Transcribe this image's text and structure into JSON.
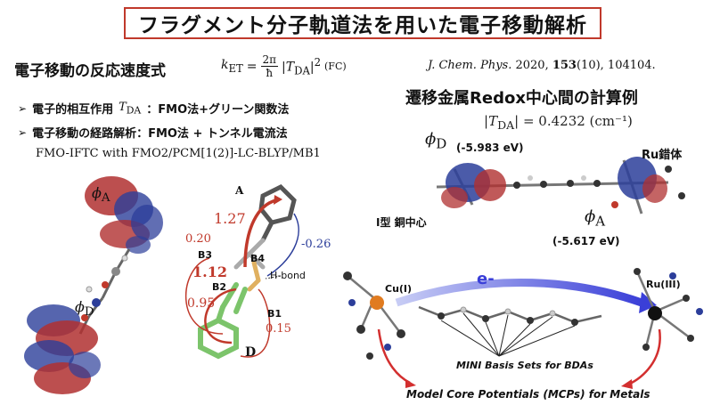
{
  "title": "フラグメント分子軌道法を用いた電子移動解析",
  "left_heading": "電子移動の反応速度式",
  "formula": {
    "lhs": "k",
    "lhs_sub": "ET",
    "equals": "=",
    "frac_num": "2π",
    "frac_den": "ħ",
    "abs_open": "|",
    "t": "T",
    "t_sub": "DA",
    "abs_close": "|",
    "power": "2",
    "fc": "(FC)"
  },
  "citation": {
    "journal": "J. Chem. Phys.",
    "year": "2020,",
    "volume": "153",
    "issue_pages": "(10), 104104."
  },
  "bullets": [
    {
      "arrow": "➢",
      "text_a": "電子的相互作用",
      "t": "T",
      "t_sub": "DA",
      "text_b": "：FMO法+グリーン関数法"
    },
    {
      "arrow": "➢",
      "text_a": "電子移動の経路解析：FMO法 + トンネル電流法"
    }
  ],
  "method": "FMO-IFTC with FMO2/PCM[1(2)]-LC-BLYP/MB1",
  "right_heading": "遷移金属Redox中心間の計算例",
  "tda": {
    "open": "|",
    "t": "T",
    "t_sub": "DA",
    "value": "| = 0.4232 (cm⁻¹)"
  },
  "left_figure": {
    "phi_a": "ϕ",
    "phi_a_sub": "A",
    "phi_d": "ϕ",
    "phi_d_sub": "D",
    "label_A": "A",
    "label_D": "D",
    "b1": "B1",
    "b2": "B2",
    "b3": "B3",
    "b4": "B4",
    "v127": "1.27",
    "v020": "0.20",
    "v112": "1.12",
    "v095": "0.95",
    "v015": "0.15",
    "v026": "-0.26",
    "hbond": "H-bond"
  },
  "right_figure": {
    "phi_d": "ϕ",
    "phi_d_sub": "D",
    "phi_d_energy": "(-5.983 eV)",
    "phi_a": "ϕ",
    "phi_a_sub": "A",
    "phi_a_energy": "(-5.617 eV)",
    "ru_complex": "Ru錯体",
    "cu_center": "I型 銅中心",
    "cu": "Cu(I)",
    "ru": "Ru(III)",
    "electron": "e-",
    "bda_note": "MINI Basis Sets for BDAs",
    "mcp_note": "Model Core Potentials (MCPs) for Metals"
  },
  "colors": {
    "title_border": "#c0392b",
    "red": "#c0392b",
    "blue": "#2c3e9a",
    "green": "#7cc46b"
  }
}
